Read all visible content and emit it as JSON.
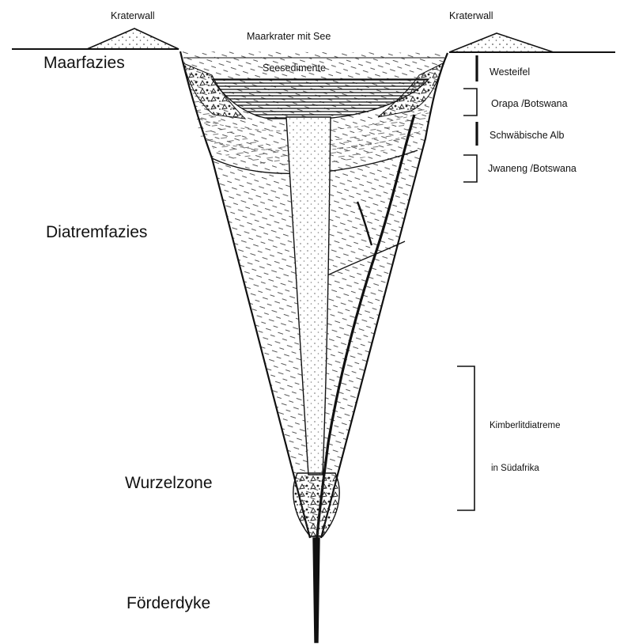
{
  "labels": {
    "kraterwall_left": "Kraterwall",
    "kraterwall_right": "Kraterwall",
    "maarkrater": "Maarkrater mit See",
    "seesedimente": "Seesedimente",
    "maarfazies": "Maarfazies",
    "diatremfazies": "Diatremfazies",
    "wurzelzone": "Wurzelzone",
    "foerderdyke": "Förderdyke"
  },
  "localities": [
    "Westeifel",
    "Orapa /Botswana",
    "Schwäbische Alb",
    "Jwaneng /Botswana"
  ],
  "kimberlite": {
    "line1": "Kimberlitdiatreme",
    "line2": "in Südafrika"
  }
}
